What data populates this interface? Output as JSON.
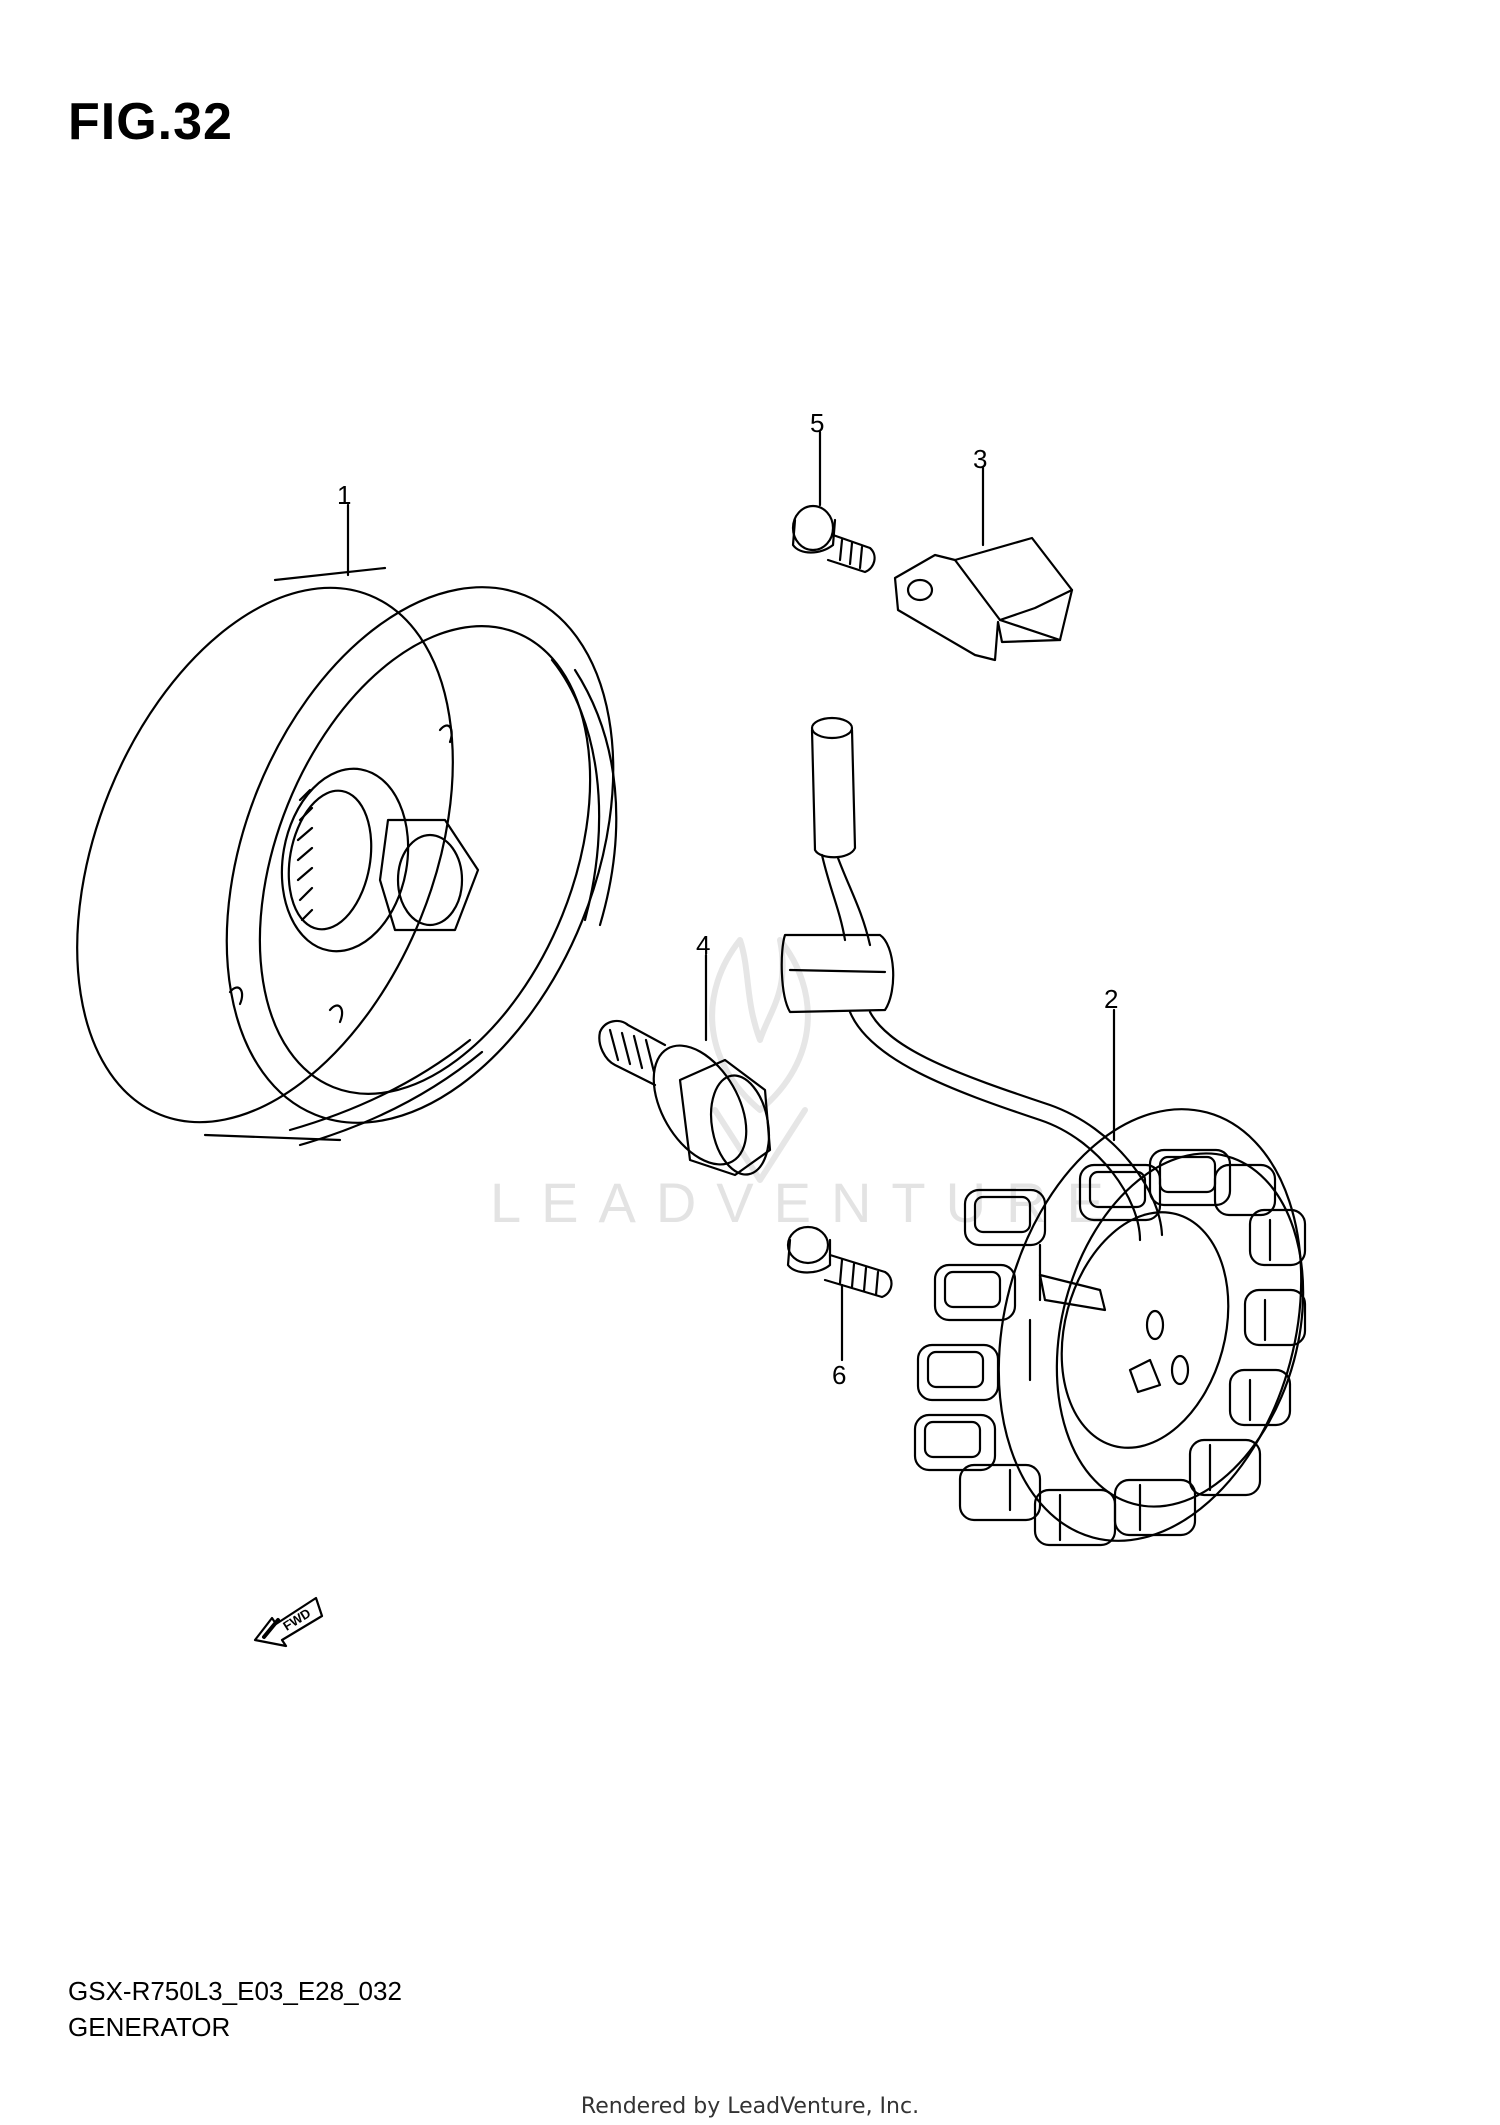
{
  "figure": {
    "title": "FIG.32",
    "watermark_text": "LEADVENTURE",
    "fwd_label": "FWD",
    "callouts": {
      "p1": "1",
      "p2": "2",
      "p3": "3",
      "p4": "4",
      "p5": "5",
      "p6": "6"
    },
    "model_code": "GSX-R750L3_E03_E28_032",
    "section_name": "GENERATOR",
    "rendered_by": "Rendered by LeadVenture, Inc."
  },
  "colors": {
    "line": "#000000",
    "watermark": "#e3e3e3",
    "background": "#ffffff"
  }
}
